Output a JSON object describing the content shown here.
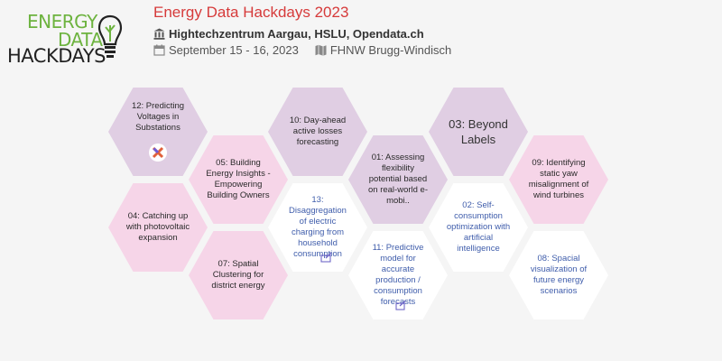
{
  "logo": {
    "line1": "ENERGY",
    "line2": "DATA",
    "line3": "HACKDAYS"
  },
  "header": {
    "title": "Energy Data Hackdays 2023",
    "organizers": "Hightechzentrum Aargau, HSLU, Opendata.ch",
    "dates": "September 15 - 16, 2023",
    "venue": "FHNW Brugg-Windisch"
  },
  "hexes": [
    {
      "label": "12: Predicting Voltages in Substations"
    },
    {
      "label": "10: Day-ahead active losses forecasting"
    },
    {
      "label": "03: Beyond Labels"
    },
    {
      "label": "05: Building Energy Insights - Empowering Building Owners"
    },
    {
      "label": "01: Assessing flexibility potential based on real-world e-mobi.."
    },
    {
      "label": "09: Identifying static yaw misalignment of wind turbines"
    },
    {
      "label": "04: Catching up with photovoltaic expansion"
    },
    {
      "label": "13: Disaggregation of electric charging from household consumption"
    },
    {
      "label": "02: Self-consumption optimization with artificial intelligence"
    },
    {
      "label": "07: Spatial Clustering for district energy"
    },
    {
      "label": "11: Predictive model for accurate production / consumption forecasts"
    },
    {
      "label": "08: Spacial visualization of future energy scenarios"
    }
  ]
}
